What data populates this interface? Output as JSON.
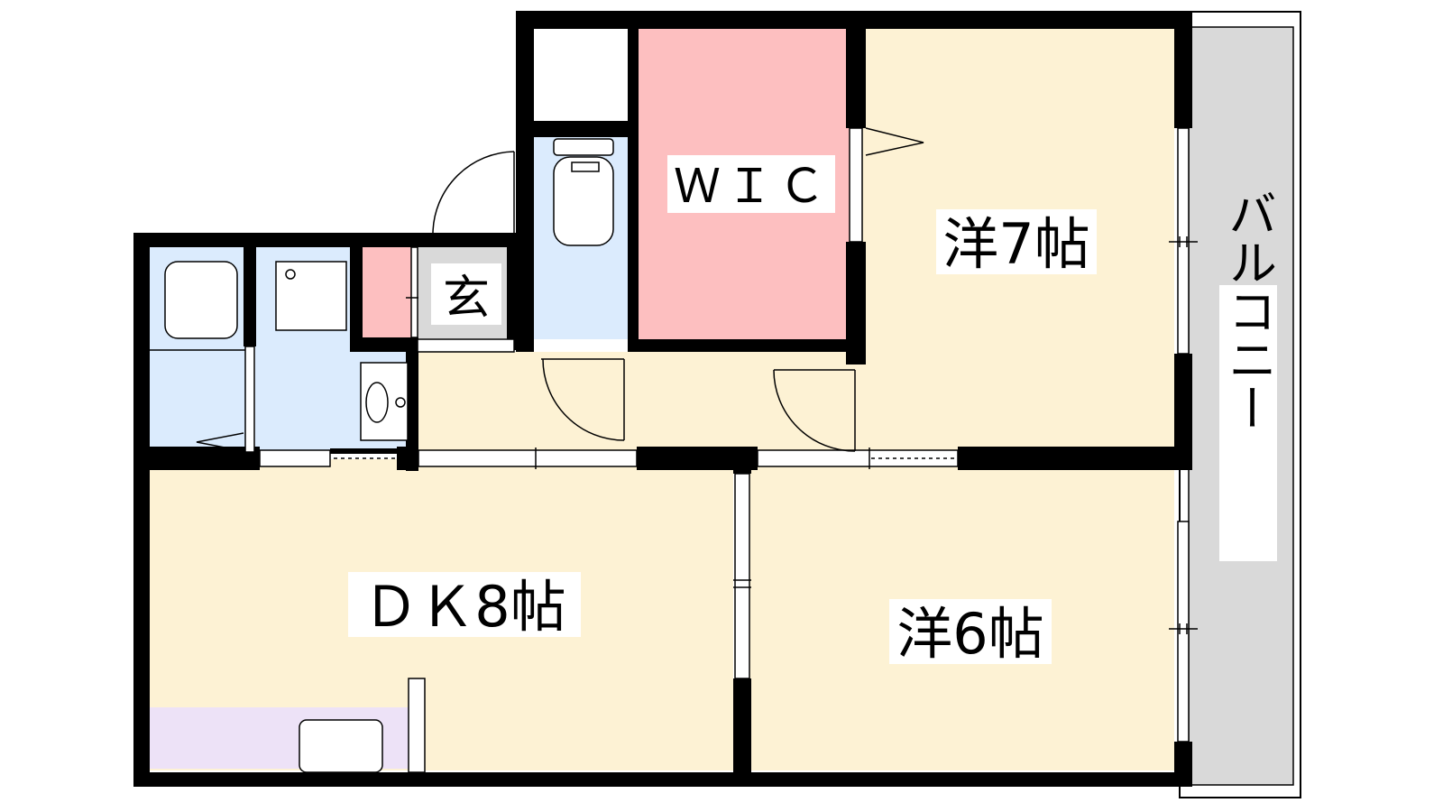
{
  "rooms": {
    "wic": {
      "label": "ＷＩＣ",
      "color": "#FDBFC0"
    },
    "western7": {
      "label": "洋7帖",
      "color": "#FDF2D4"
    },
    "western6": {
      "label": "洋6帖",
      "color": "#FDF2D4"
    },
    "dk8": {
      "label": "ＤＫ8帖",
      "color": "#FDF2D4"
    },
    "entrance": {
      "label": "玄",
      "color": "#D9D9D9"
    },
    "balcony": {
      "label": "バルコニー",
      "color": "#D9D9D9"
    },
    "wet_area": {
      "color": "#DBEBFD"
    },
    "kitchen_counter": {
      "color": "#EDE2F7"
    },
    "shoe_box": {
      "color": "#FDBFC0"
    }
  },
  "colors": {
    "wall": "#000000",
    "line": "#000000",
    "window": "#ffffff"
  }
}
